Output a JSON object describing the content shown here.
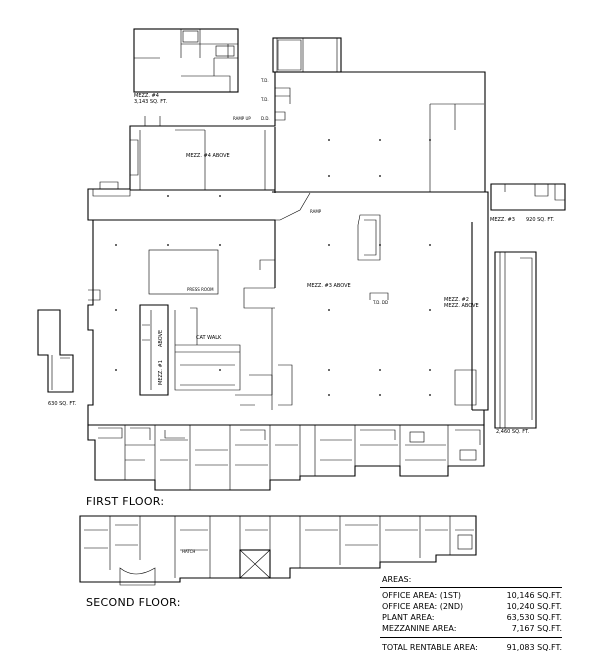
{
  "floors": {
    "first": "FIRST FLOOR:",
    "second": "SECOND FLOOR:"
  },
  "mezzanines": {
    "mezz4_name": "MEZZ. #4",
    "mezz4_area": "3,143 SQ. FT.",
    "mezz4_above": "MEZZ. #4 ABOVE",
    "mezz3_above": "MEZZ. #3 ABOVE",
    "mezz3_right": "MEZZ. #3",
    "mezz3_area": "920 SQ. FT.",
    "mezz2_name": "MEZZ. #2",
    "mezz2_above": "MEZZ. ABOVE",
    "mezz2_area": "2,460 SQ. FT.",
    "mezz1_name": "MEZZ. #1",
    "mezz1_above": "ABOVE",
    "mezz1_area": "630 SQ. FT."
  },
  "plan_labels": {
    "ramp_up": "RAMP UP",
    "dock": "D.D.",
    "td1": "T.D.",
    "td2": "T.D.",
    "cat_walk": "CAT WALK",
    "press_room": "PRESS ROOM",
    "ramp": "RAMP",
    "stair": "T.D. DD",
    "hatch": "HATCH"
  },
  "areas": {
    "header": "AREAS:",
    "rows": [
      {
        "label": "OFFICE AREA: (1ST)",
        "value": "10,146 SQ.FT."
      },
      {
        "label": "OFFICE AREA: (2ND)",
        "value": "10,240 SQ.FT."
      },
      {
        "label": "PLANT AREA:",
        "value": "63,530 SQ.FT."
      },
      {
        "label": "MEZZANINE AREA:",
        "value": "7,167 SQ.FT."
      }
    ],
    "total": {
      "label": "TOTAL RENTABLE AREA:",
      "value": "91,083 SQ.FT."
    }
  }
}
